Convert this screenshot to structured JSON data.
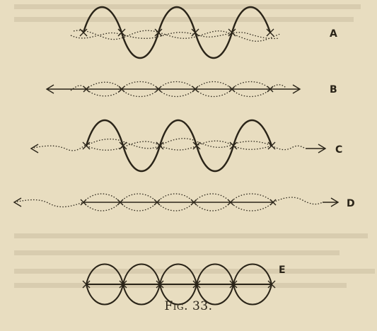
{
  "figure": {
    "caption": "Fig. 33.",
    "panels": [
      {
        "label": "A",
        "type": "standing-with-dotted-variants"
      },
      {
        "label": "B",
        "type": "line-with-arrows"
      },
      {
        "label": "C",
        "type": "standing-with-arrows"
      },
      {
        "label": "D",
        "type": "line-with-arrows"
      },
      {
        "label": "E",
        "type": "loops"
      }
    ]
  },
  "colors": {
    "background": "#e8ddc0",
    "ink": "#2a2418"
  }
}
